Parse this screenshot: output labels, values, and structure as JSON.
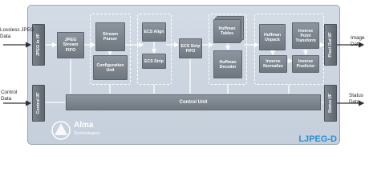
{
  "title": "LJPEG-D",
  "external": {
    "lossless_jpeg_data": "Lossless JPEG\nData",
    "control_data": "Control\nData",
    "image_data": "Image\nData",
    "status_data": "Status\nData"
  },
  "interfaces": {
    "jpeg_in": "JPEG In I/F",
    "control_if": "Control I/F",
    "pixel_out": "Pixel Out I/F",
    "status_if": "Status I/F"
  },
  "blocks": {
    "jpeg_stream_fifo": "JPEG\nStream\nFIFO",
    "stream_parser": "Stream\nParser",
    "configuration_unit": "Configuration\nUnit",
    "ecs_align": "ECS Align",
    "ecs_strip": "ECS Strip",
    "ecs_strip_fifo": "ECS Strip\nFIFO",
    "huffman_tables": "Huffman\nTables",
    "huffman_decoder": "Huffman\nDecoder",
    "huffman_unpack": "Huffman\nUnpack",
    "inverse_point_transform": "Inverse\nPoint\nTransform",
    "inverse_normalize": "Inverse\nNormalize",
    "inverse_predictor": "Inverse\nPredictor",
    "control_unit": "Control Unit"
  },
  "logo": {
    "company": "Alma",
    "company_sub": "Technologies"
  },
  "colors": {
    "title": "#2b8fd4",
    "block": "#7a828b",
    "background": "#cbd4df"
  }
}
